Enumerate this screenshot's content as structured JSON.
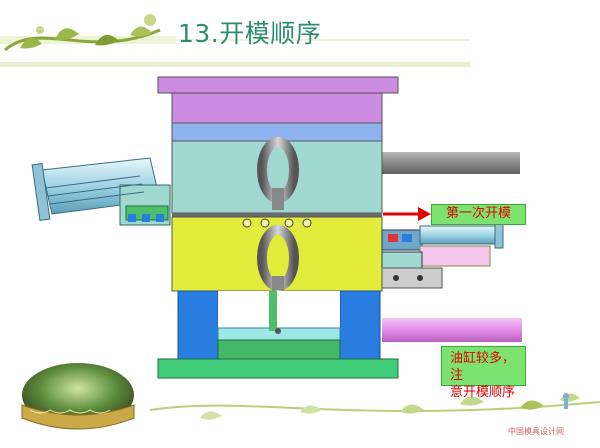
{
  "slide": {
    "title": "13.开模顺序",
    "callout_first_open": "第一次开模",
    "callout_note_line1": "油缸较多，注",
    "callout_note_line2": "意开模顺序",
    "watermark": "中国模具设计网"
  },
  "colors": {
    "title": "#2b8c6e",
    "callout_bg": "#7de36f",
    "callout_text": "#e00000",
    "arrow": "#e00000",
    "top_plate": "#d08adf",
    "a_plate": "#9fd9d0",
    "b_plate": "#e6f03c",
    "support_blocks": "#2a7de0",
    "bottom_plate": "#41cc7a",
    "cylinder_rod": "#808080"
  }
}
